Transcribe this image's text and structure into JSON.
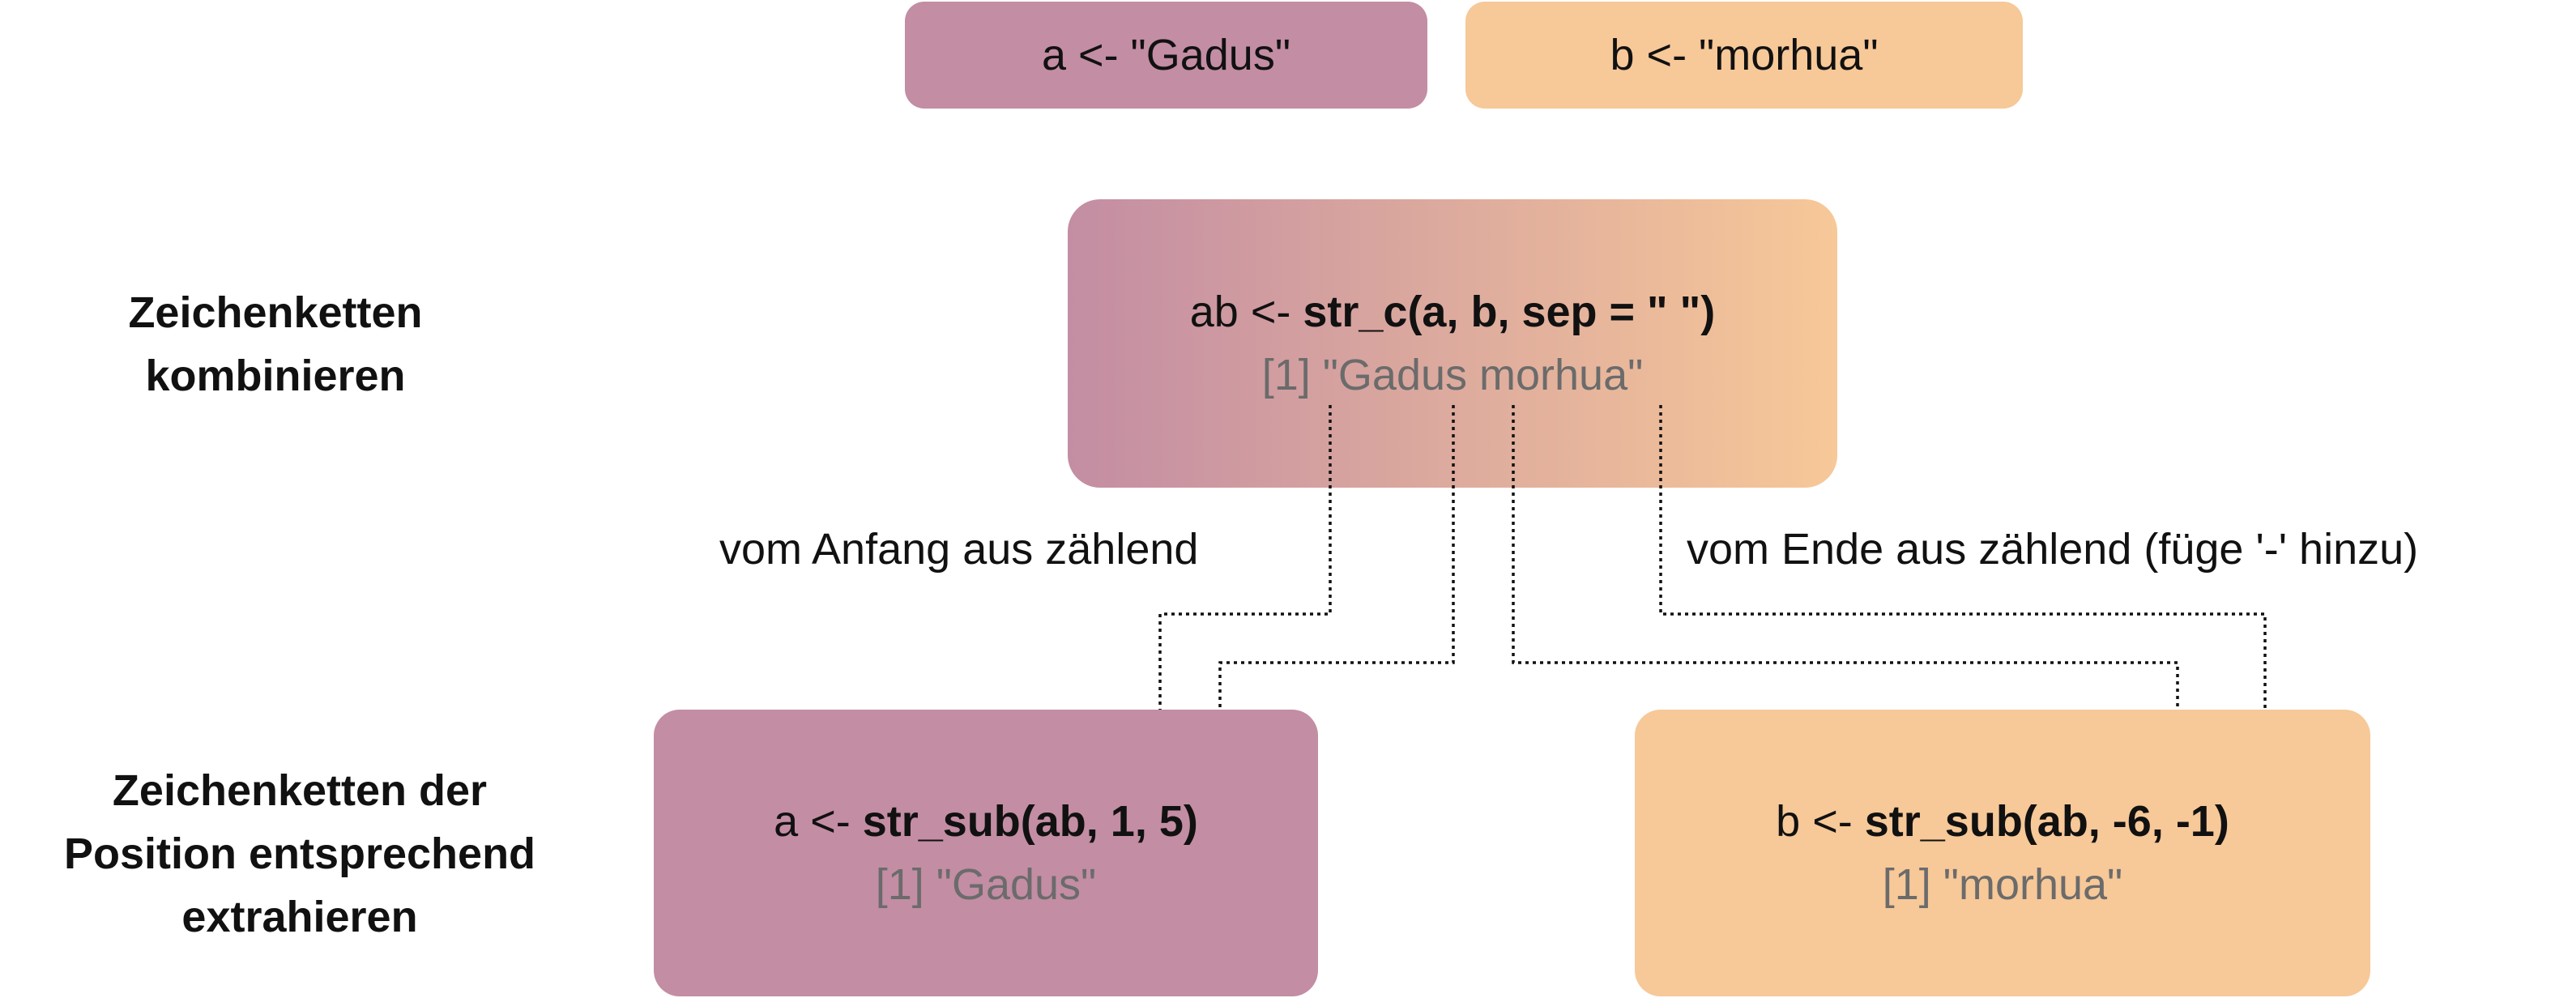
{
  "inputs": {
    "a": "a <- \"Gadus\"",
    "b": "b <- \"morhua\""
  },
  "combine": {
    "label_line1": "Zeichenketten",
    "label_line2": "kombinieren",
    "code_prefix": "ab <- ",
    "code_fn": "str_c(a, b, sep = \" \")",
    "output": "[1] \"Gadus morhua\""
  },
  "annotations": {
    "from_start": "vom Anfang aus zählend",
    "from_end": "vom Ende aus zählend (füge '-' hinzu)"
  },
  "extract": {
    "label_line1": "Zeichenketten der",
    "label_line2": "Position entsprechend",
    "label_line3": "extrahieren",
    "a": {
      "code_prefix": "a <- ",
      "code_fn": "str_sub(ab, 1, 5)",
      "output": "[1] \"Gadus\""
    },
    "b": {
      "code_prefix": "b <- ",
      "code_fn": "str_sub(ab, -6, -1)",
      "output": "[1] \"morhua\""
    }
  },
  "colors": {
    "mauve": "#c38da3",
    "peach": "#f7c898",
    "output_text": "#6b6b6b",
    "connector": "#111111"
  }
}
